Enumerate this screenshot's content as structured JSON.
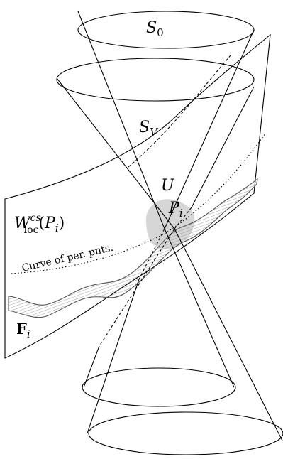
{
  "labels": {
    "s0": {
      "main": "S",
      "sub": "0"
    },
    "sv": {
      "main": "S",
      "sub": "V"
    },
    "u": "U",
    "pi": {
      "main": "P",
      "sub": "i"
    },
    "w": {
      "main": "W",
      "sub": "loc",
      "sup": "cs",
      "arg_open": "(",
      "arg_main": "P",
      "arg_sub": "i",
      "arg_close": ")"
    },
    "curve": "Curve of per. pnts.",
    "f": {
      "main": "F",
      "sub": "i"
    }
  },
  "colors": {
    "ink": "#000000",
    "blob": "#d6d6d6",
    "band_stroke": "#555555",
    "hatch": "#888888"
  }
}
